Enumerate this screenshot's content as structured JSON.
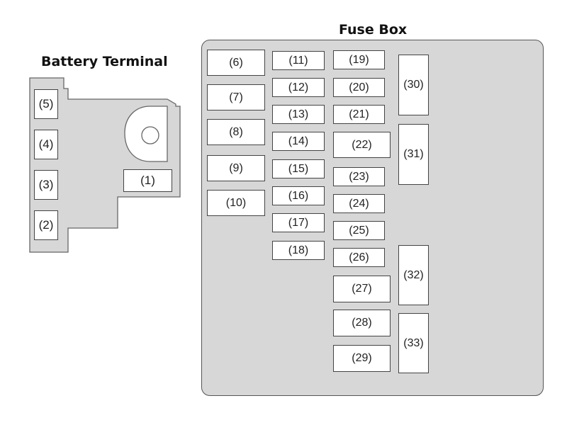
{
  "battery_terminal": {
    "title": "Battery Terminal",
    "fuses": [
      {
        "id": "5",
        "label": "(5)"
      },
      {
        "id": "4",
        "label": "(4)"
      },
      {
        "id": "3",
        "label": "(3)"
      },
      {
        "id": "2",
        "label": "(2)"
      },
      {
        "id": "1",
        "label": "(1)"
      }
    ]
  },
  "fuse_box": {
    "title": "Fuse Box",
    "fuses": [
      {
        "id": "6",
        "label": "(6)"
      },
      {
        "id": "7",
        "label": "(7)"
      },
      {
        "id": "8",
        "label": "(8)"
      },
      {
        "id": "9",
        "label": "(9)"
      },
      {
        "id": "10",
        "label": "(10)"
      },
      {
        "id": "11",
        "label": "(11)"
      },
      {
        "id": "12",
        "label": "(12)"
      },
      {
        "id": "13",
        "label": "(13)"
      },
      {
        "id": "14",
        "label": "(14)"
      },
      {
        "id": "15",
        "label": "(15)"
      },
      {
        "id": "16",
        "label": "(16)"
      },
      {
        "id": "17",
        "label": "(17)"
      },
      {
        "id": "18",
        "label": "(18)"
      },
      {
        "id": "19",
        "label": "(19)"
      },
      {
        "id": "20",
        "label": "(20)"
      },
      {
        "id": "21",
        "label": "(21)"
      },
      {
        "id": "22",
        "label": "(22)"
      },
      {
        "id": "23",
        "label": "(23)"
      },
      {
        "id": "24",
        "label": "(24)"
      },
      {
        "id": "25",
        "label": "(25)"
      },
      {
        "id": "26",
        "label": "(26)"
      },
      {
        "id": "27",
        "label": "(27)"
      },
      {
        "id": "28",
        "label": "(28)"
      },
      {
        "id": "29",
        "label": "(29)"
      },
      {
        "id": "30",
        "label": "(30)"
      },
      {
        "id": "31",
        "label": "(31)"
      },
      {
        "id": "32",
        "label": "(32)"
      },
      {
        "id": "33",
        "label": "(33)"
      }
    ]
  },
  "colors": {
    "panel_fill": "#d7d7d7",
    "fuse_fill": "#ffffff",
    "outline": "#444444"
  }
}
